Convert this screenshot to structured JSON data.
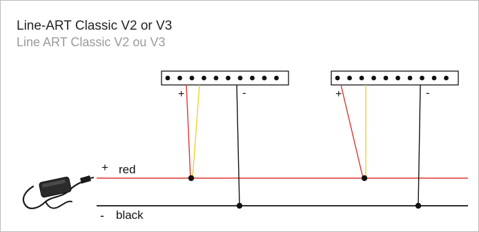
{
  "title": {
    "english": "Line-ART Classic V2 or V3",
    "french": "Line ART Classic V2 ou V3"
  },
  "rails": {
    "red": {
      "sign": "+",
      "label": "red",
      "color": "#e0342a"
    },
    "black": {
      "sign": "-",
      "label": "black",
      "color": "#111111"
    }
  },
  "terminal_blocks": [
    {
      "plus_label": "+",
      "minus_label": "-",
      "pin_count": 10
    },
    {
      "plus_label": "+",
      "minus_label": "-",
      "pin_count": 10
    }
  ],
  "colors": {
    "red_wire": "#e0342a",
    "yellow_wire": "#f2cf2c",
    "black_wire": "#111111",
    "frame_border": "#b8b8b8"
  },
  "icons": {
    "power_supply": "power-adapter-icon"
  }
}
